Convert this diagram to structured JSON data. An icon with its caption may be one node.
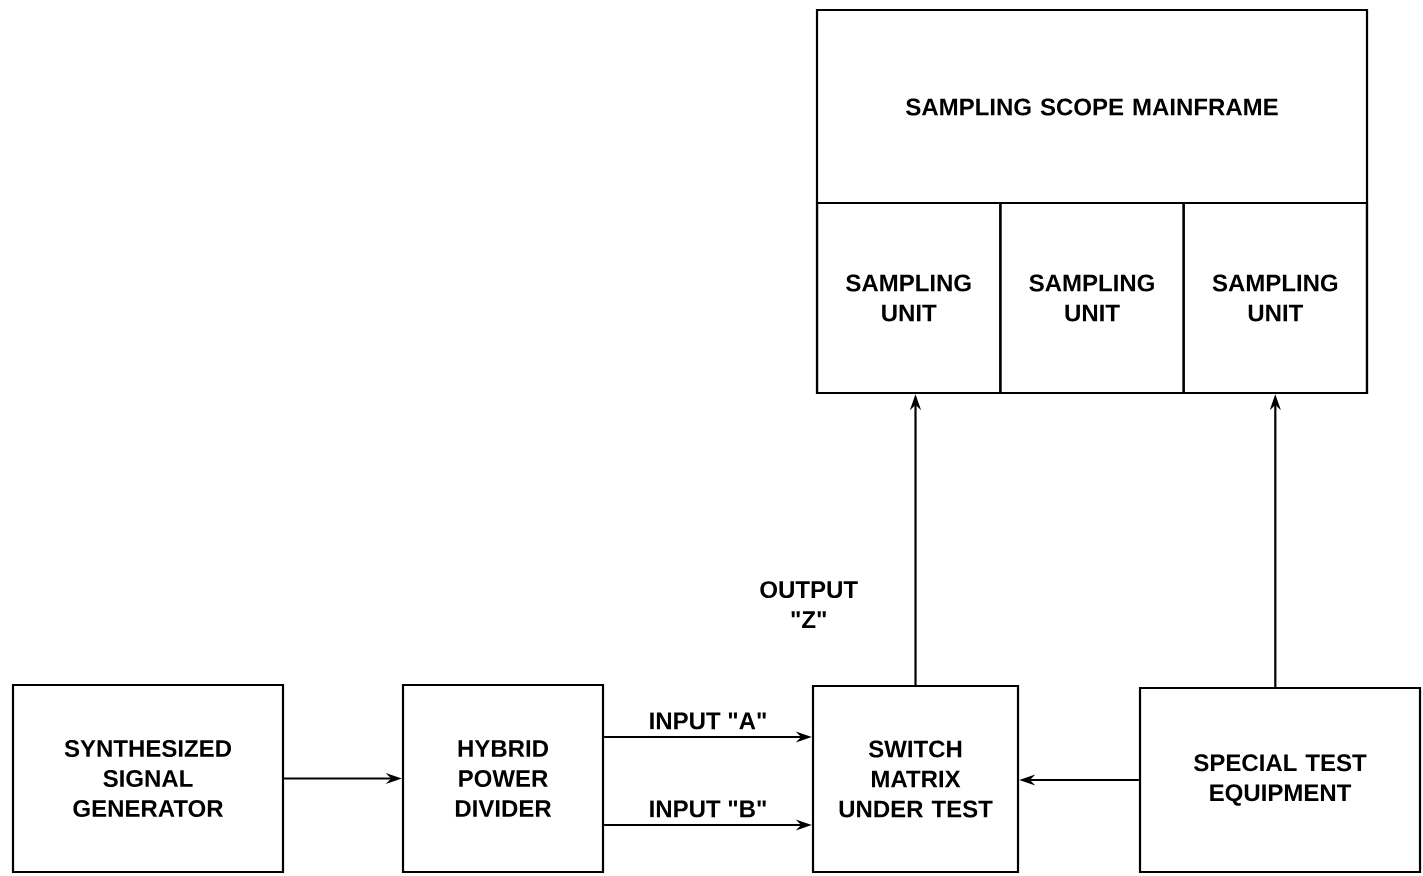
{
  "diagram": {
    "nodes": [
      {
        "text": [
          "SYNTHESIZED SIGNAL GENERATOR"
        ]
      },
      {
        "text": [
          "HYBRID POWER DIVIDER"
        ]
      },
      {
        "text": [
          "SWITCH MATRIX UNDER TEST"
        ]
      },
      {
        "text": [
          "SPECIAL TEST EQUIPMENT"
        ]
      },
      {
        "text": [
          "SAMPLING SCOPE MAINFRAME"
        ]
      },
      {
        "text": [
          "SAMPLING UNIT"
        ],
        "in": 4
      },
      {
        "text": [
          "SAMPLING UNIT"
        ],
        "in": 4
      },
      {
        "text": [
          "SAMPLING UNIT"
        ],
        "in": 4
      }
    ],
    "edges": [
      {
        "from": 0,
        "to": 1,
        "arrow": "to"
      },
      {
        "from": 1,
        "to": 2,
        "arrow": "to",
        "label": "INPUT \"A\""
      },
      {
        "from": 1,
        "to": 2,
        "arrow": "to",
        "label": "INPUT \"B\""
      },
      {
        "from": 3,
        "to": 2,
        "arrow": "to"
      },
      {
        "from": 2,
        "to": 5,
        "arrow": "to",
        "label": "OUTPUT \"Z\""
      },
      {
        "from": 3,
        "to": 7,
        "arrow": "to"
      }
    ]
  }
}
